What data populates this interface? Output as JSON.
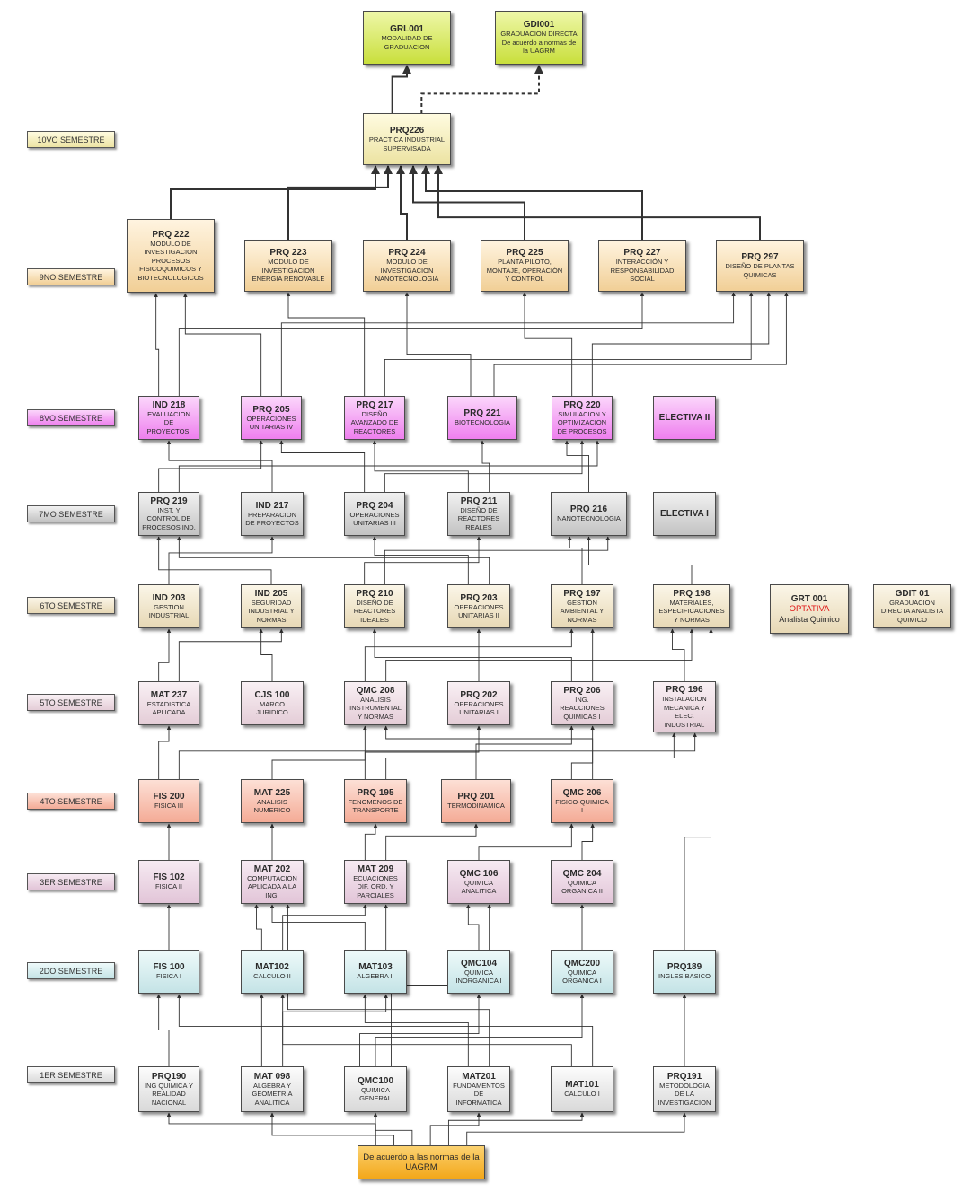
{
  "semesters": [
    {
      "id": "s10",
      "label": "10VO SEMESTRE"
    },
    {
      "id": "s9",
      "label": "9NO SEMESTRE"
    },
    {
      "id": "s8",
      "label": "8VO SEMESTRE"
    },
    {
      "id": "s7",
      "label": "7MO SEMESTRE"
    },
    {
      "id": "s6",
      "label": "6TO SEMESTRE"
    },
    {
      "id": "s5",
      "label": "5TO SEMESTRE"
    },
    {
      "id": "s4",
      "label": "4TO SEMESTRE"
    },
    {
      "id": "s3",
      "label": "3ER SEMESTRE"
    },
    {
      "id": "s2",
      "label": "2DO SEMESTRE"
    },
    {
      "id": "s1",
      "label": "1ER SEMESTRE"
    }
  ],
  "courses": {
    "grl001": {
      "code": "GRL001",
      "name": "MODALIDAD DE GRADUACION"
    },
    "gdi001": {
      "code": "GDI001",
      "name": "GRADUACION DIRECTA De acuerdo a normas de la UAGRM"
    },
    "prq226": {
      "code": "PRQ226",
      "name": "PRACTICA INDUSTRIAL SUPERVISADA"
    },
    "prq222": {
      "code": "PRQ 222",
      "name": "MODULO DE INVESTIGACION PROCESOS FISICOQUIMICOS Y BIOTECNOLOGICOS"
    },
    "prq223": {
      "code": "PRQ 223",
      "name": "MODULO DE INVESTIGACION ENERGIA RENOVABLE"
    },
    "prq224": {
      "code": "PRQ 224",
      "name": "MODULO DE INVESTIGACION NANOTECNOLOGIA"
    },
    "prq225": {
      "code": "PRQ 225",
      "name": "PLANTA PILOTO, MONTAJE, OPERACIÓN Y CONTROL"
    },
    "prq227": {
      "code": "PRQ 227",
      "name": "INTERACCIÓN Y RESPONSABILIDAD SOCIAL"
    },
    "prq297": {
      "code": "PRQ 297",
      "name": "DISEÑO DE PLANTAS QUIMICAS"
    },
    "ind218": {
      "code": "IND 218",
      "name": "EVALUACION DE PROYECTOS."
    },
    "prq205": {
      "code": "PRQ 205",
      "name": "OPERACIONES UNITARIAS IV"
    },
    "prq217": {
      "code": "PRQ 217",
      "name": "DISEÑO AVANZADO DE REACTORES"
    },
    "prq221": {
      "code": "PRQ 221",
      "name": "BIOTECNOLOGIA"
    },
    "prq220": {
      "code": "PRQ 220",
      "name": "SIMULACION Y OPTIMIZACION DE PROCESOS"
    },
    "electiva2": {
      "code": "ELECTIVA II",
      "name": ""
    },
    "prq219": {
      "code": "PRQ 219",
      "name": "INST. Y CONTROL DE PROCESOS IND."
    },
    "ind217": {
      "code": "IND 217",
      "name": "PREPARACION DE PROYECTOS"
    },
    "prq204": {
      "code": "PRQ 204",
      "name": "OPERACIONES UNITARIAS III"
    },
    "prq211": {
      "code": "PRQ 211",
      "name": "DISEÑO DE REACTORES REALES"
    },
    "prq216": {
      "code": "PRQ 216",
      "name": "NANOTECNOLOGIA"
    },
    "electiva1": {
      "code": "ELECTIVA I",
      "name": ""
    },
    "ind203": {
      "code": "IND 203",
      "name": "GESTION INDUSTRIAL"
    },
    "ind205": {
      "code": "IND 205",
      "name": "SEGURIDAD INDUSTRIAL Y NORMAS"
    },
    "prq210": {
      "code": "PRQ 210",
      "name": "DISEÑO DE REACTORES IDEALES"
    },
    "prq203": {
      "code": "PRQ 203",
      "name": "OPERACIONES UNITARIAS II"
    },
    "prq197": {
      "code": "PRQ 197",
      "name": "GESTION AMBIENTAL Y NORMAS"
    },
    "prq198": {
      "code": "PRQ 198",
      "name": "MATERIALES, ESPECIFICACIONES Y NORMAS"
    },
    "grt001": {
      "code": "GRT 001",
      "highlight": "OPTATIVA",
      "name": "Analista Quimico"
    },
    "gdit01": {
      "code": "GDIT 01",
      "name": "GRADUACION DIRECTA ANALISTA QUIMICO"
    },
    "mat237": {
      "code": "MAT 237",
      "name": "ESTADISTICA APLICADA"
    },
    "cjs100": {
      "code": "CJS 100",
      "name": "MARCO JURIDICO"
    },
    "qmc208": {
      "code": "QMC 208",
      "name": "ANALISIS INSTRUMENTAL Y NORMAS"
    },
    "prq202": {
      "code": "PRQ 202",
      "name": "OPERACIONES UNITARIAS I"
    },
    "prq206": {
      "code": "PRQ 206",
      "name": "ING. REACCIONES QUIMICAS I"
    },
    "prq196": {
      "code": "PRQ 196",
      "name": "INSTALACION MECANICA Y ELEC. INDUSTRIAL"
    },
    "fis200": {
      "code": "FIS 200",
      "name": "FISICA III"
    },
    "mat225": {
      "code": "MAT 225",
      "name": "ANALISIS NUMERICO"
    },
    "prq195": {
      "code": "PRQ 195",
      "name": "FENOMENOS DE TRANSPORTE"
    },
    "prq201": {
      "code": "PRQ 201",
      "name": "TERMODINAMICA"
    },
    "qmc206": {
      "code": "QMC 206",
      "name": "FISICO-QUIMICA I"
    },
    "fis102": {
      "code": "FIS 102",
      "name": "FISICA II"
    },
    "mat202": {
      "code": "MAT 202",
      "name": "COMPUTACION APLICADA A LA ING."
    },
    "mat209": {
      "code": "MAT 209",
      "name": "ECUACIONES DIF. ORD. Y PARCIALES"
    },
    "qmc106": {
      "code": "QMC 106",
      "name": "QUIMICA ANALITICA"
    },
    "qmc204": {
      "code": "QMC 204",
      "name": "QUIMICA ORGANICA II"
    },
    "fis100": {
      "code": "FIS 100",
      "name": "FISICA I"
    },
    "mat102": {
      "code": "MAT102",
      "name": "CALCULO II"
    },
    "mat103": {
      "code": "MAT103",
      "name": "ALGEBRA II"
    },
    "qmc104": {
      "code": "QMC104",
      "name": "QUIMICA INORGANICA I"
    },
    "qmc200": {
      "code": "QMC200",
      "name": "QUIMICA ORGANICA I"
    },
    "prq189": {
      "code": "PRQ189",
      "name": "INGLES BASICO"
    },
    "prq190": {
      "code": "PRQ190",
      "name": "ING QUIMICA Y REALIDAD NACIONAL"
    },
    "mat098": {
      "code": "MAT 098",
      "name": "ALGEBRA Y GEOMETRIA ANALITICA"
    },
    "qmc100": {
      "code": "QMC100",
      "name": "QUIMICA GENERAL"
    },
    "mat201": {
      "code": "MAT201",
      "name": "FUNDAMENTOS DE INFORMATICA"
    },
    "mat101": {
      "code": "MAT101",
      "name": "CALCULO I"
    },
    "prq191": {
      "code": "PRQ191",
      "name": "METODOLOGIA DE LA INVESTIGACION"
    }
  },
  "norms_box": {
    "text": "De acuerdo a las normas de la UAGRM"
  },
  "colors": {
    "graduation": "#c9df3c",
    "s10": "#ece3a2",
    "s9": "#f1cf96",
    "s8": "#ee7fee",
    "s7": "#c3c3c3",
    "s6": "#e7d8b5",
    "s5": "#e4cdd7",
    "s4": "#f4ab96",
    "s3": "#e2c5d8",
    "s2": "#c4e3e6",
    "s1": "#d9d9d9",
    "norms": "#f3a719",
    "line": "#333333",
    "highlight": "#e01515"
  },
  "edges": [
    [
      "prq226",
      "grl001",
      "solid"
    ],
    [
      "prq226",
      "gdi001",
      "dashed"
    ],
    [
      "prq222",
      "prq226",
      "solid"
    ],
    [
      "prq223",
      "prq226",
      "solid"
    ],
    [
      "prq224",
      "prq226",
      "solid"
    ],
    [
      "prq225",
      "prq226",
      "solid"
    ],
    [
      "prq227",
      "prq226",
      "solid"
    ],
    [
      "prq297",
      "prq226",
      "solid"
    ],
    [
      "ind218",
      "prq222",
      "solid"
    ],
    [
      "prq205",
      "prq222",
      "solid"
    ],
    [
      "prq217",
      "prq223",
      "solid"
    ],
    [
      "prq221",
      "prq224",
      "solid"
    ],
    [
      "prq220",
      "prq225",
      "solid"
    ],
    [
      "prq205",
      "prq297",
      "solid"
    ],
    [
      "prq217",
      "prq297",
      "solid"
    ],
    [
      "prq220",
      "prq297",
      "solid"
    ],
    [
      "ind218",
      "prq227",
      "solid"
    ],
    [
      "prq221",
      "prq297",
      "solid"
    ],
    [
      "prq219",
      "prq205",
      "solid"
    ],
    [
      "ind217",
      "ind218",
      "solid"
    ],
    [
      "prq204",
      "prq205",
      "solid"
    ],
    [
      "prq211",
      "prq217",
      "solid"
    ],
    [
      "prq211",
      "prq221",
      "solid"
    ],
    [
      "prq216",
      "prq220",
      "solid"
    ],
    [
      "prq204",
      "prq220",
      "solid"
    ],
    [
      "prq219",
      "prq220",
      "solid"
    ],
    [
      "ind203",
      "ind217",
      "solid"
    ],
    [
      "ind205",
      "prq219",
      "solid"
    ],
    [
      "prq210",
      "prq211",
      "solid"
    ],
    [
      "prq203",
      "prq204",
      "solid"
    ],
    [
      "prq197",
      "prq216",
      "solid"
    ],
    [
      "prq198",
      "prq216",
      "solid"
    ],
    [
      "prq203",
      "prq219",
      "solid"
    ],
    [
      "prq210",
      "prq216",
      "solid"
    ],
    [
      "mat237",
      "ind203",
      "solid"
    ],
    [
      "cjs100",
      "ind205",
      "solid"
    ],
    [
      "qmc208",
      "prq197",
      "solid"
    ],
    [
      "prq202",
      "prq203",
      "solid"
    ],
    [
      "prq206",
      "prq210",
      "solid"
    ],
    [
      "prq196",
      "prq198",
      "solid"
    ],
    [
      "mat237",
      "ind205",
      "solid"
    ],
    [
      "qmc208",
      "prq198",
      "solid"
    ],
    [
      "prq206",
      "prq197",
      "solid"
    ],
    [
      "fis200",
      "mat237",
      "solid"
    ],
    [
      "mat225",
      "qmc208",
      "solid"
    ],
    [
      "prq195",
      "prq202",
      "solid"
    ],
    [
      "prq201",
      "prq206",
      "solid"
    ],
    [
      "qmc206",
      "prq206",
      "solid"
    ],
    [
      "prq195",
      "prq196",
      "solid"
    ],
    [
      "fis200",
      "prq196",
      "solid"
    ],
    [
      "qmc206",
      "qmc208",
      "solid"
    ],
    [
      "fis102",
      "fis200",
      "solid"
    ],
    [
      "mat202",
      "mat225",
      "solid"
    ],
    [
      "mat209",
      "prq195",
      "solid"
    ],
    [
      "qmc106",
      "qmc206",
      "solid"
    ],
    [
      "qmc204",
      "qmc206",
      "solid"
    ],
    [
      "mat209",
      "prq201",
      "solid"
    ],
    [
      "fis100",
      "fis102",
      "solid"
    ],
    [
      "mat102",
      "mat202",
      "solid"
    ],
    [
      "mat103",
      "mat202",
      "solid"
    ],
    [
      "mat102",
      "mat209",
      "solid"
    ],
    [
      "mat103",
      "mat209",
      "solid"
    ],
    [
      "qmc104",
      "qmc106",
      "solid"
    ],
    [
      "qmc200",
      "qmc204",
      "solid"
    ],
    [
      "prq189",
      "prq198",
      "solid"
    ],
    [
      "prq190",
      "fis100",
      "solid"
    ],
    [
      "mat098",
      "mat102",
      "solid"
    ],
    [
      "mat101",
      "mat102",
      "solid"
    ],
    [
      "qmc100",
      "qmc104",
      "solid"
    ],
    [
      "mat201",
      "mat103",
      "solid"
    ],
    [
      "mat098",
      "mat103",
      "solid"
    ],
    [
      "qmc100",
      "qmc200",
      "solid"
    ],
    [
      "mat101",
      "fis100",
      "solid"
    ],
    [
      "prq191",
      "prq189",
      "solid"
    ],
    [
      "mat201",
      "mat202",
      "solid"
    ],
    [
      "qmc100",
      "qmc106",
      "solid"
    ],
    [
      "norms",
      "prq190",
      "solid"
    ],
    [
      "norms",
      "mat098",
      "solid"
    ],
    [
      "norms",
      "qmc100",
      "solid"
    ],
    [
      "norms",
      "mat201",
      "solid"
    ],
    [
      "norms",
      "mat101",
      "solid"
    ],
    [
      "norms",
      "prq191",
      "solid"
    ]
  ]
}
